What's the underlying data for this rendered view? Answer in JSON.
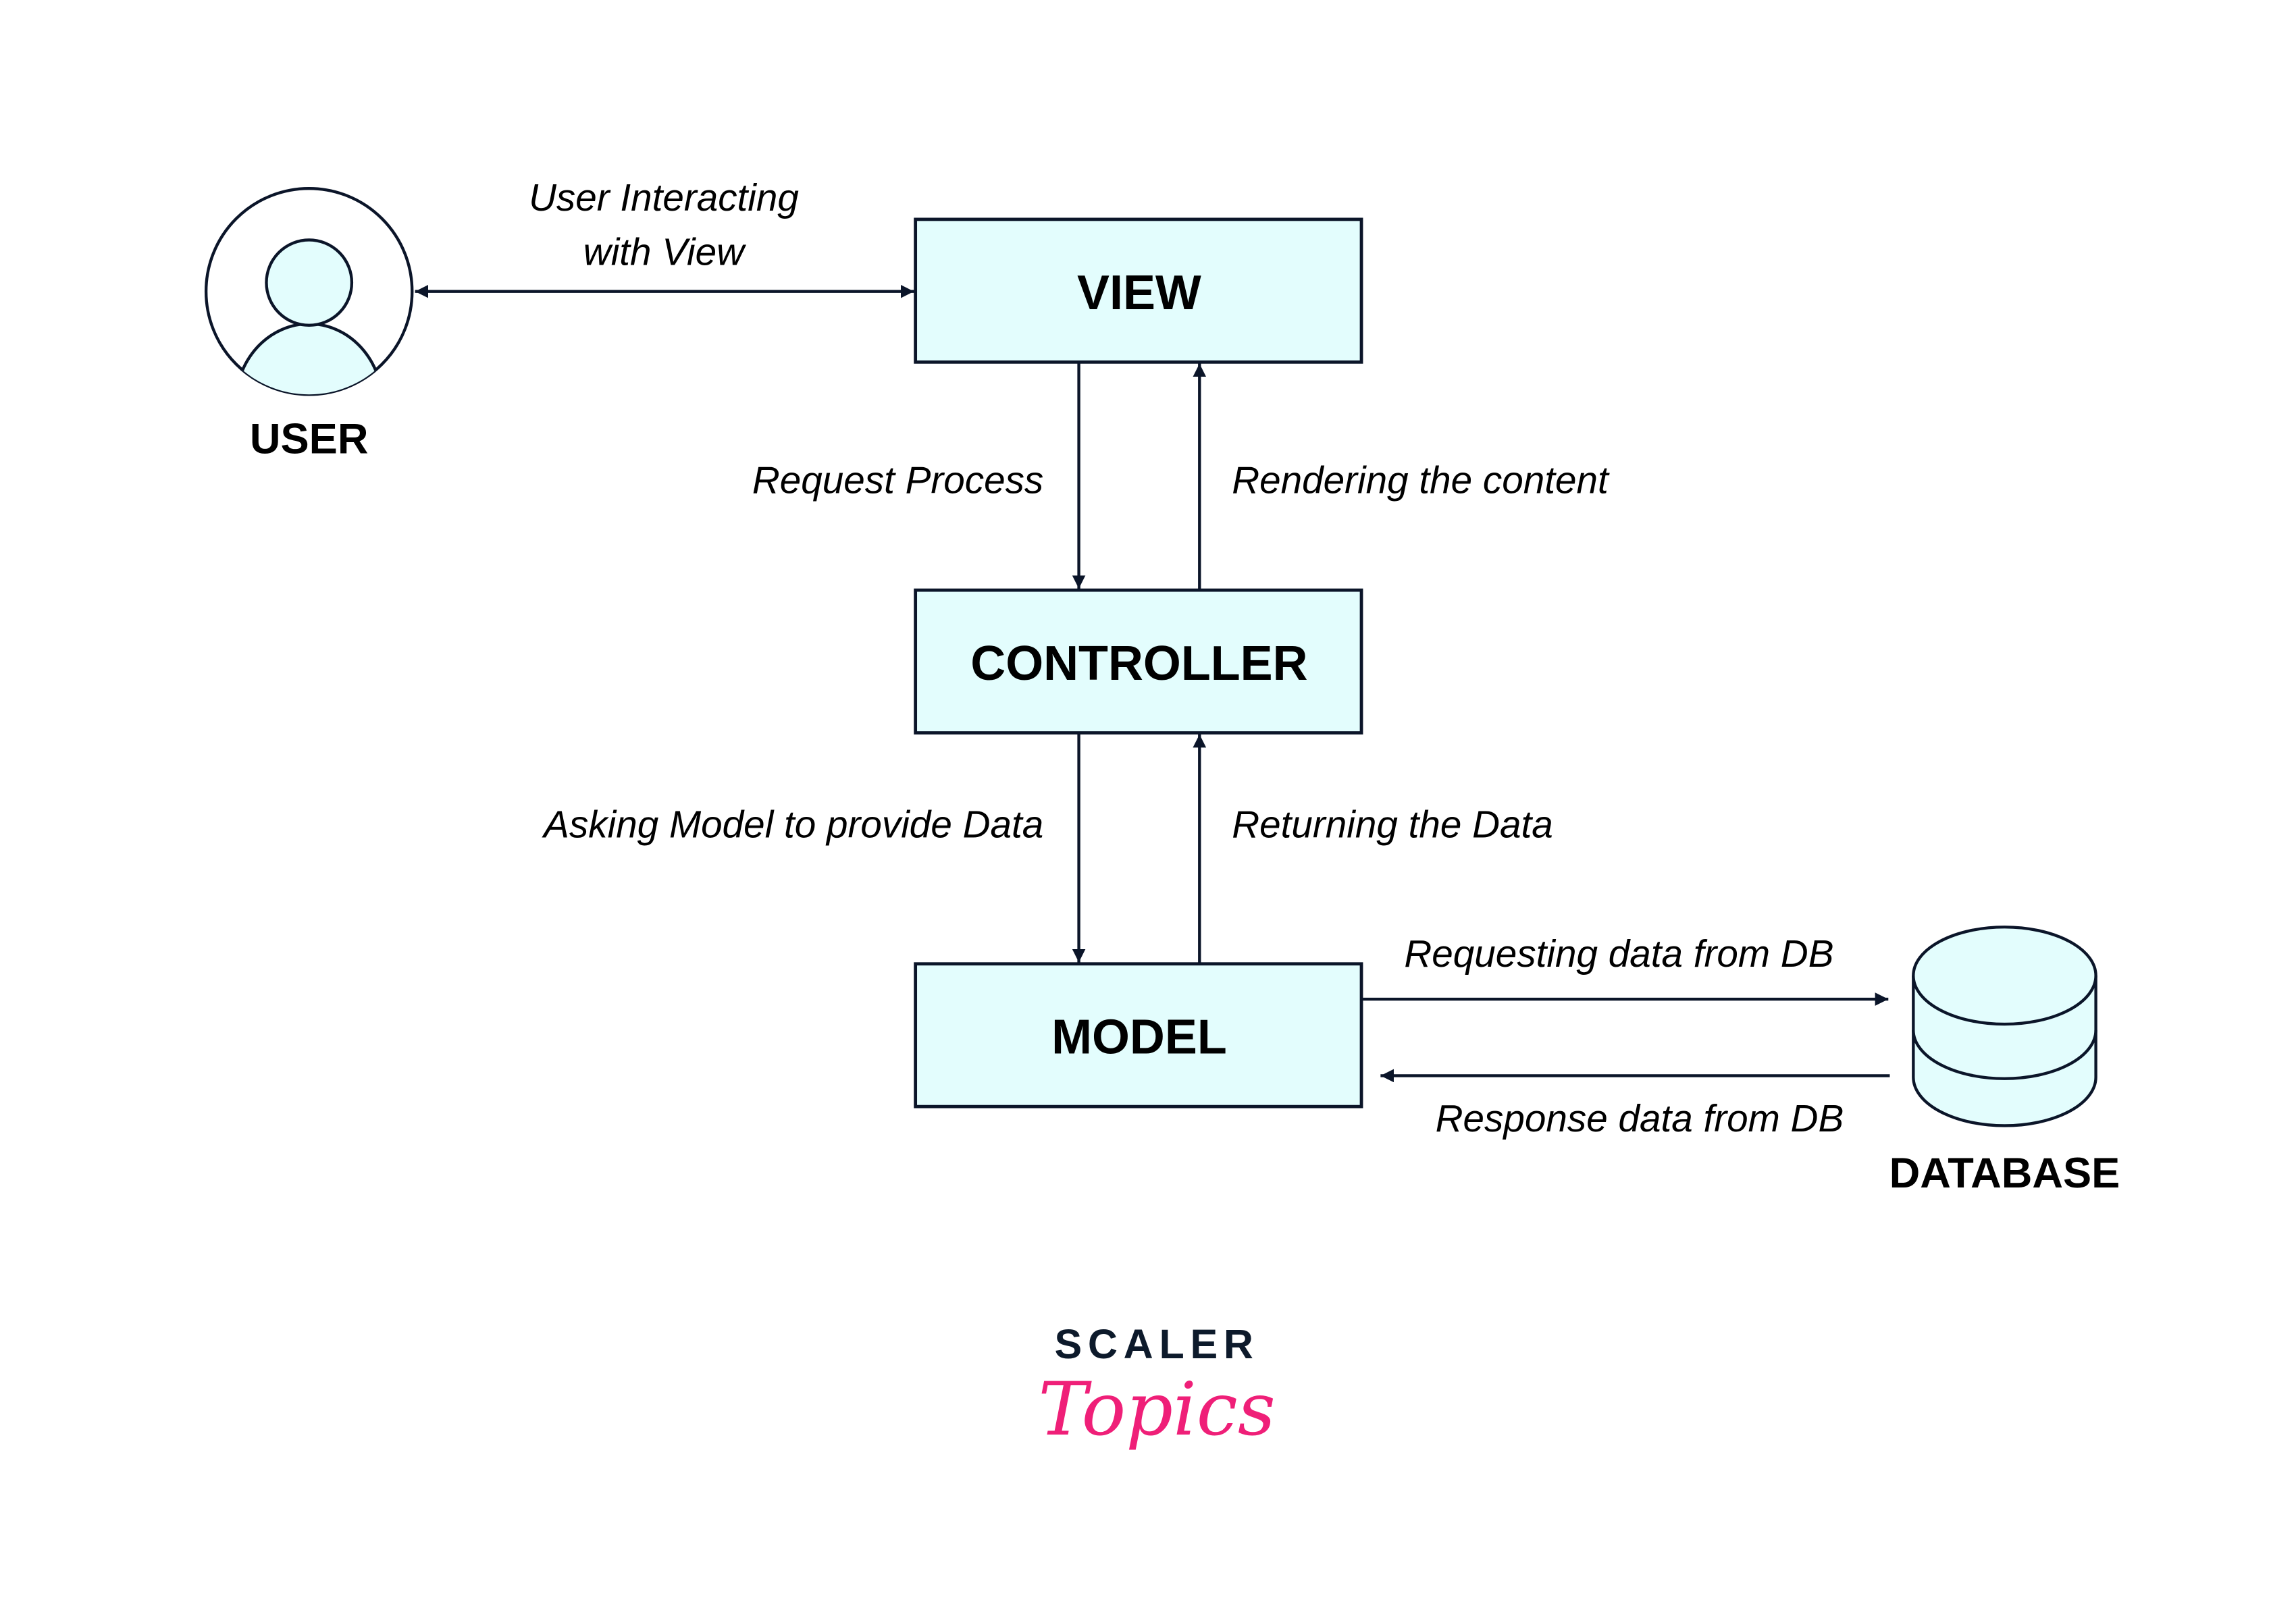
{
  "nodes": {
    "user": "USER",
    "view": "VIEW",
    "controller": "CONTROLLER",
    "model": "MODEL",
    "database": "DATABASE"
  },
  "edges": {
    "user_view_line1": "User Interacting",
    "user_view_line2": "with View",
    "view_to_controller": "Request Process",
    "controller_to_view": "Rendering the content",
    "controller_to_model": "Asking Model to provide Data",
    "model_to_controller": "Returning the Data",
    "model_to_db": "Requesting data from DB",
    "db_to_model": "Response data from DB"
  },
  "logo": {
    "top": "SCALER",
    "bottom": "Topics"
  },
  "colors": {
    "box_fill": "#e3fdfd",
    "stroke": "#0b1529",
    "logo_pink": "#ef1f78",
    "logo_dark": "#0d1a2b"
  }
}
